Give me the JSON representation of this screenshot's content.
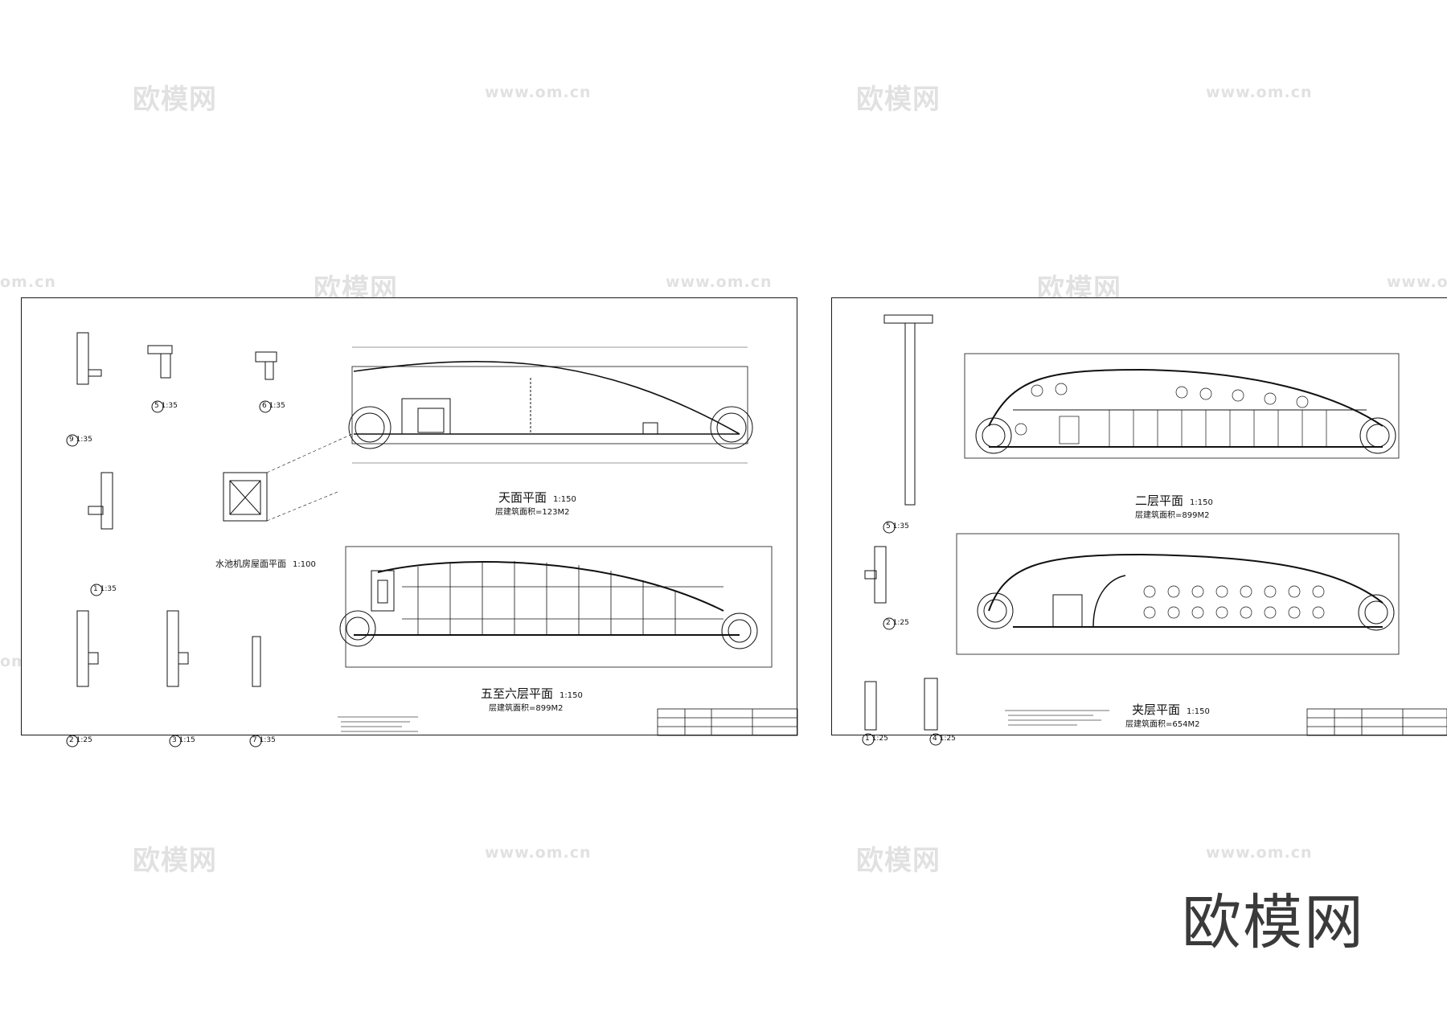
{
  "watermarks": {
    "logo_text": "欧模网",
    "url_text": "www.om.cn",
    "url_partial": "om.cn"
  },
  "brand": {
    "text": "欧模网"
  },
  "left_sheet": {
    "roof_plan": {
      "title": "天面平面",
      "scale": "1:150",
      "area": "层建筑面积=123M2"
    },
    "floor56_plan": {
      "title": "五至六层平面",
      "scale": "1:150",
      "area": "层建筑面积=899M2"
    },
    "tank_plan": {
      "title": "水池机房屋面平面",
      "scale": "1:100"
    },
    "details": [
      {
        "num": "9",
        "scale": "1:35"
      },
      {
        "num": "5",
        "scale": "1:35"
      },
      {
        "num": "6",
        "scale": "1:35"
      },
      {
        "num": "1",
        "scale": "1:35"
      },
      {
        "num": "2",
        "scale": "1:25"
      },
      {
        "num": "3",
        "scale": "1:15"
      },
      {
        "num": "7",
        "scale": "1:35"
      }
    ]
  },
  "right_sheet": {
    "second_plan": {
      "title": "二层平面",
      "scale": "1:150",
      "area": "层建筑面积=899M2"
    },
    "mezz_plan": {
      "title": "夹层平面",
      "scale": "1:150",
      "area": "层建筑面积=654M2"
    },
    "details": [
      {
        "num": "5",
        "scale": "1:35"
      },
      {
        "num": "2",
        "scale": "1:25"
      },
      {
        "num": "1",
        "scale": "1:25"
      },
      {
        "num": "4",
        "scale": "1:25"
      }
    ]
  }
}
